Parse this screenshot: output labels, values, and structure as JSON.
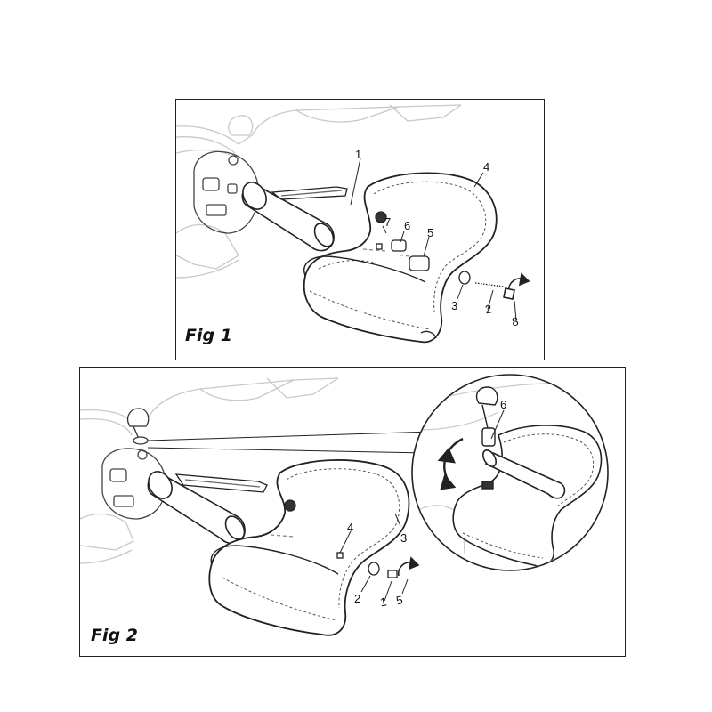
{
  "figures": [
    {
      "label": "Fig 1",
      "callouts": [
        "1",
        "2",
        "3",
        "4",
        "5",
        "6",
        "7",
        "8"
      ]
    },
    {
      "label": "Fig 2",
      "callouts": [
        "1",
        "2",
        "3",
        "4",
        "5"
      ],
      "detail_callouts": [
        "6"
      ]
    }
  ],
  "colors": {
    "line": "#222222",
    "ghost_line": "#c8c8c8",
    "dashed_seam": "#555555"
  }
}
